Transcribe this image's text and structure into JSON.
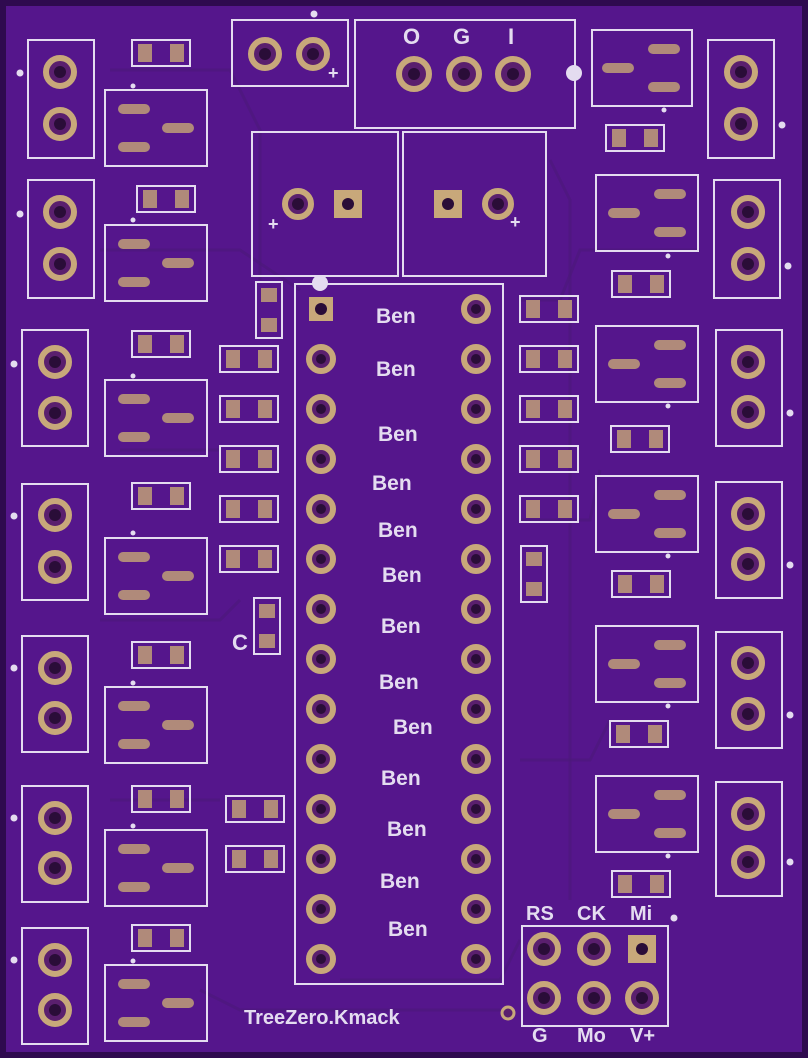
{
  "board": {
    "colors": {
      "board": "#55168c",
      "board_edge": "#2f0a4f",
      "silkscreen": "#e4dcf0",
      "copper_pad": "#c8a87a",
      "smd_pad": "#b08a7a"
    },
    "top_header": {
      "labels": [
        "O",
        "G",
        "I"
      ]
    },
    "plus_marks": [
      "+",
      "+",
      "+"
    ],
    "chip_labels": [
      "Ben",
      "Ben",
      "Ben",
      "Ben",
      "Ben",
      "Ben",
      "Ben",
      "Ben",
      "Ben",
      "Ben",
      "Ben",
      "Ben",
      "Ben"
    ],
    "cap_label": "C",
    "icsp": {
      "top_labels": [
        "RS",
        "CK",
        "Mi"
      ],
      "bottom_labels": [
        "G",
        "Mo",
        "V+"
      ]
    },
    "credit": "TreeZero.Kmack"
  }
}
